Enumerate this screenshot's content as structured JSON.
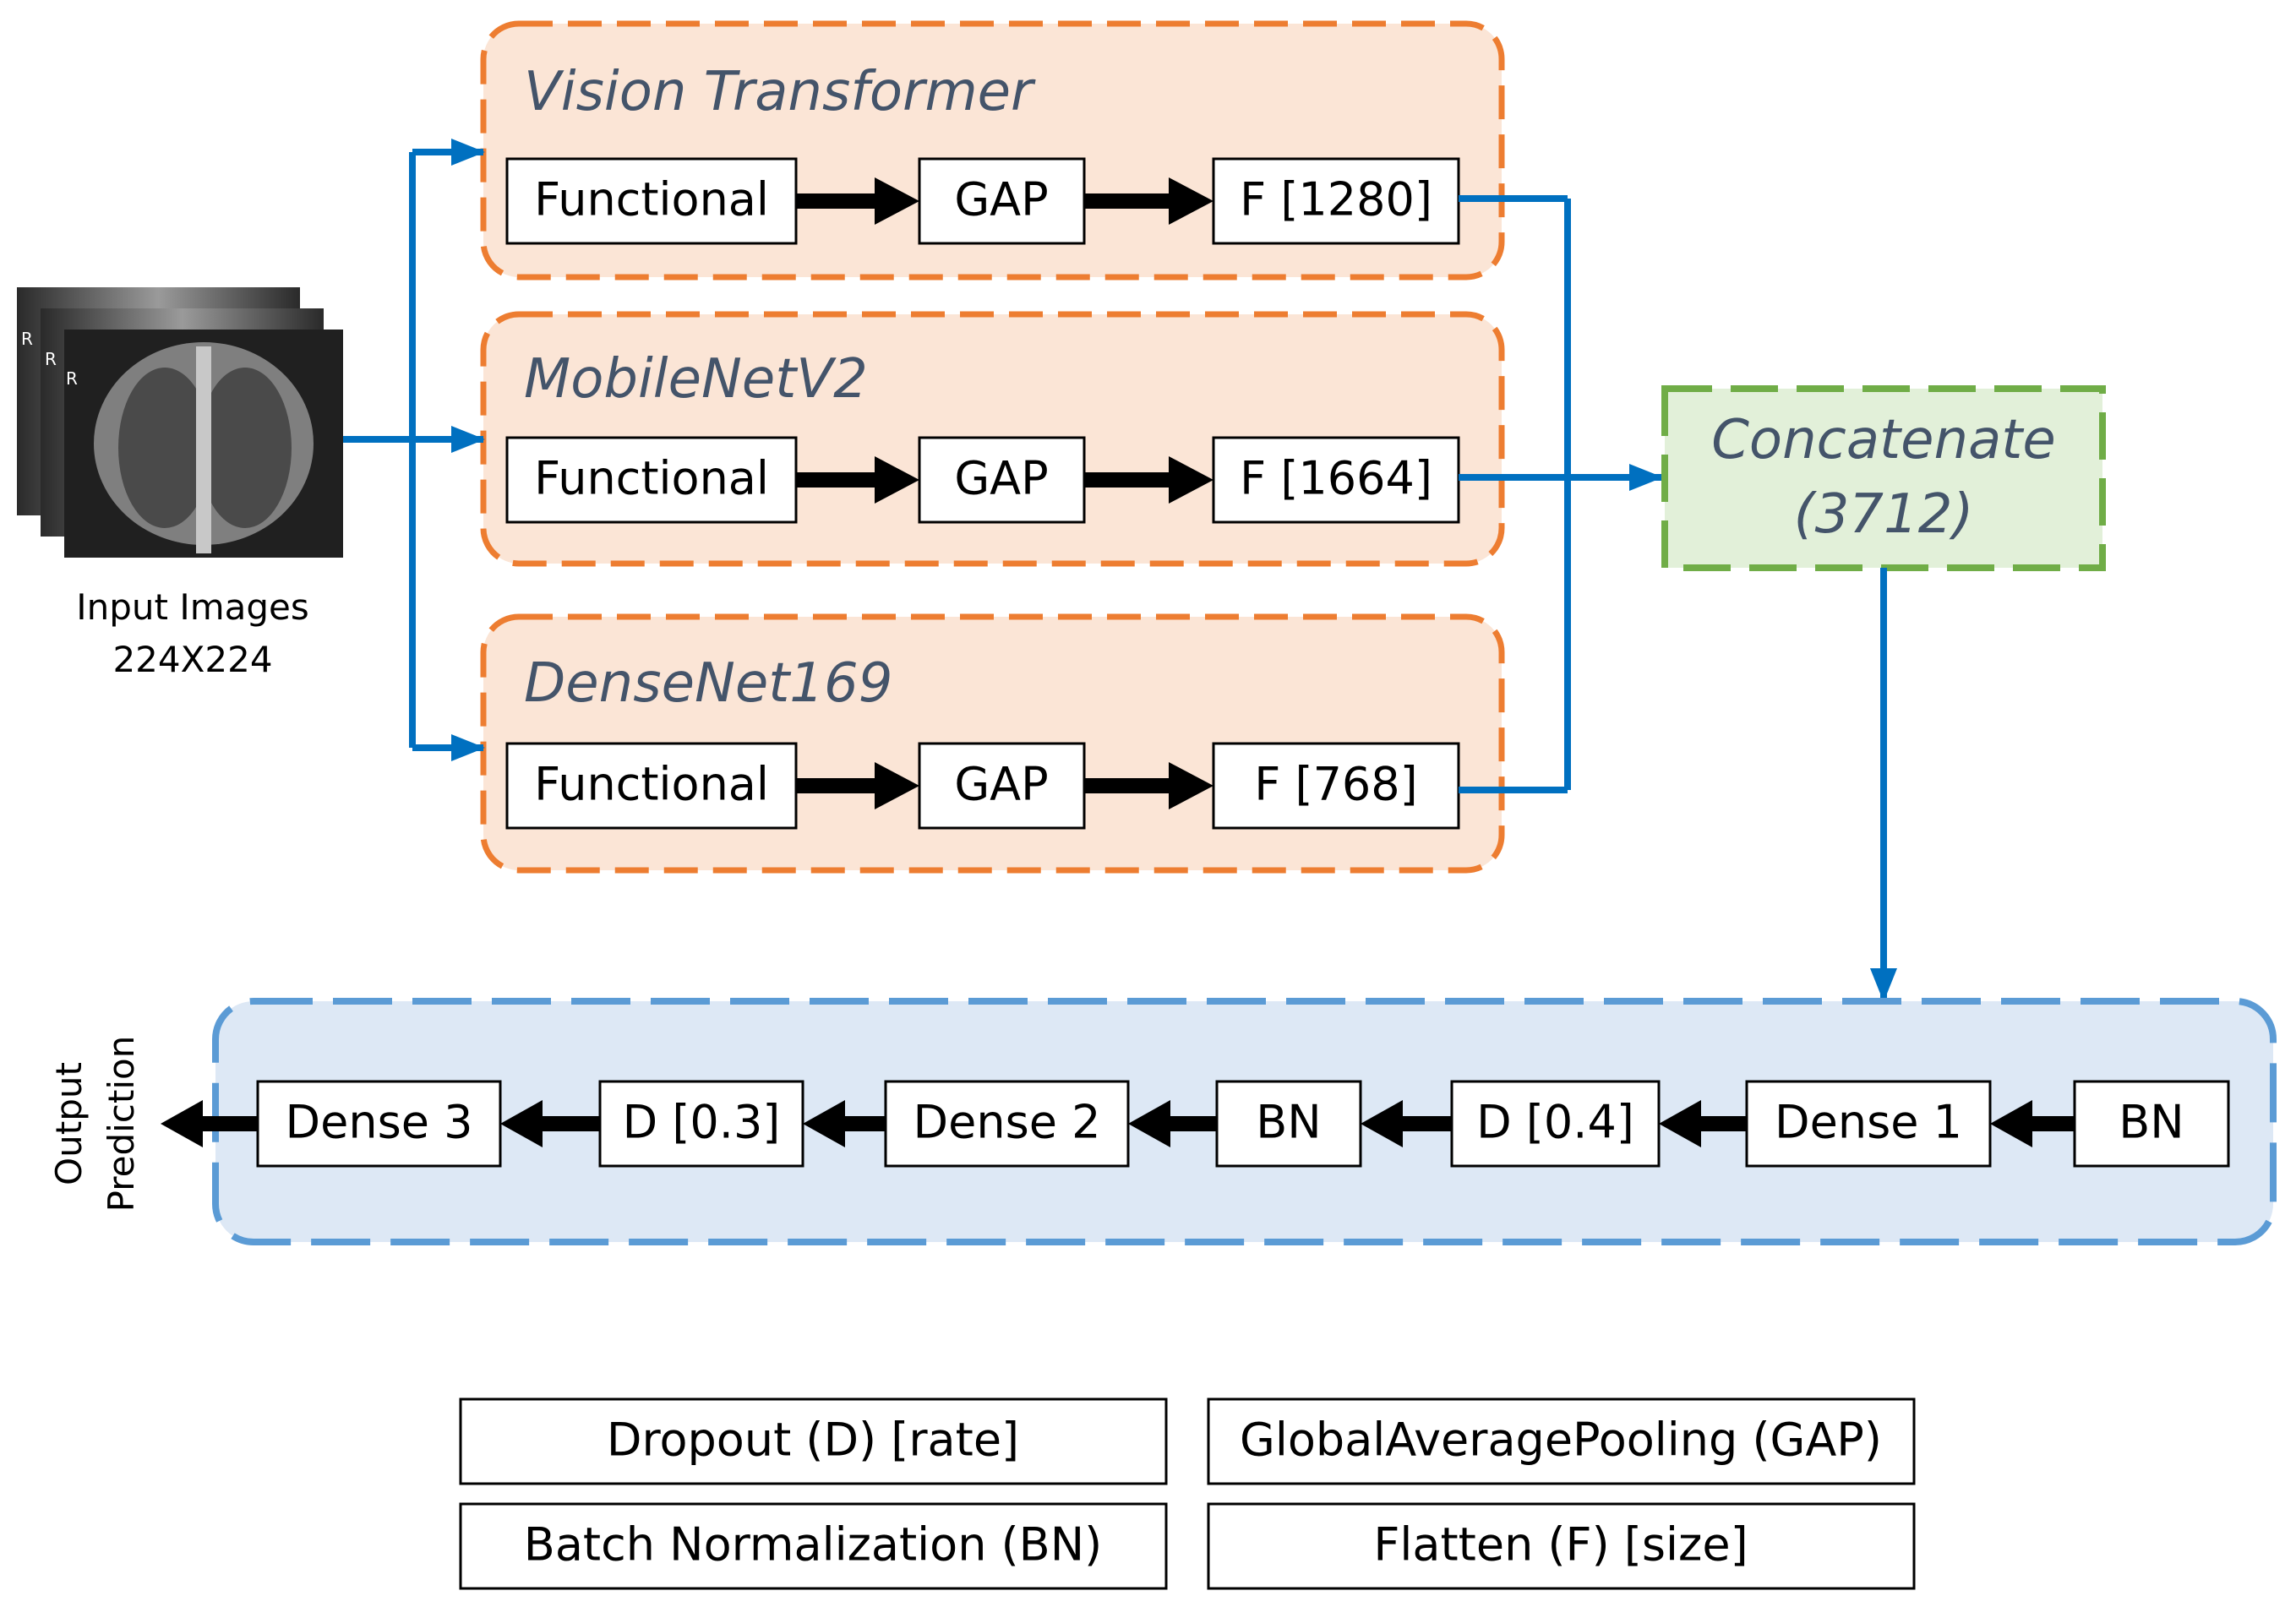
{
  "input": {
    "label_line1": "Input Images",
    "label_line2": "224X224",
    "xray_marker": "R"
  },
  "branches": [
    {
      "title": "Vision Transformer",
      "functional": "Functional",
      "gap": "GAP",
      "flatten": "F [1280]"
    },
    {
      "title": "MobileNetV2",
      "functional": "Functional",
      "gap": "GAP",
      "flatten": "F [1664]"
    },
    {
      "title": "DenseNet169",
      "functional": "Functional",
      "gap": "GAP",
      "flatten": "F [768]"
    }
  ],
  "concat": {
    "line1": "Concatenate",
    "line2": "(3712)"
  },
  "head": {
    "layers": [
      "BN",
      "Dense 1",
      "D [0.4]",
      "BN",
      "Dense 2",
      "D [0.3]",
      "Dense 3"
    ]
  },
  "output": {
    "line1": "Output",
    "line2": "Prediction"
  },
  "legend": {
    "dropout": "Dropout (D) [rate]",
    "gap": "GlobalAveragePooling (GAP)",
    "bn": "Batch Normalization (BN)",
    "flatten": "Flatten (F) [size]"
  },
  "colors": {
    "branch_fill": "#fbe5d6",
    "branch_border": "#ed7d31",
    "concat_fill": "#e2f0d9",
    "concat_border": "#70ad47",
    "head_fill": "#dde8f5",
    "head_border": "#5b9bd5",
    "connector": "#0070c0",
    "title_text": "#44546a"
  }
}
